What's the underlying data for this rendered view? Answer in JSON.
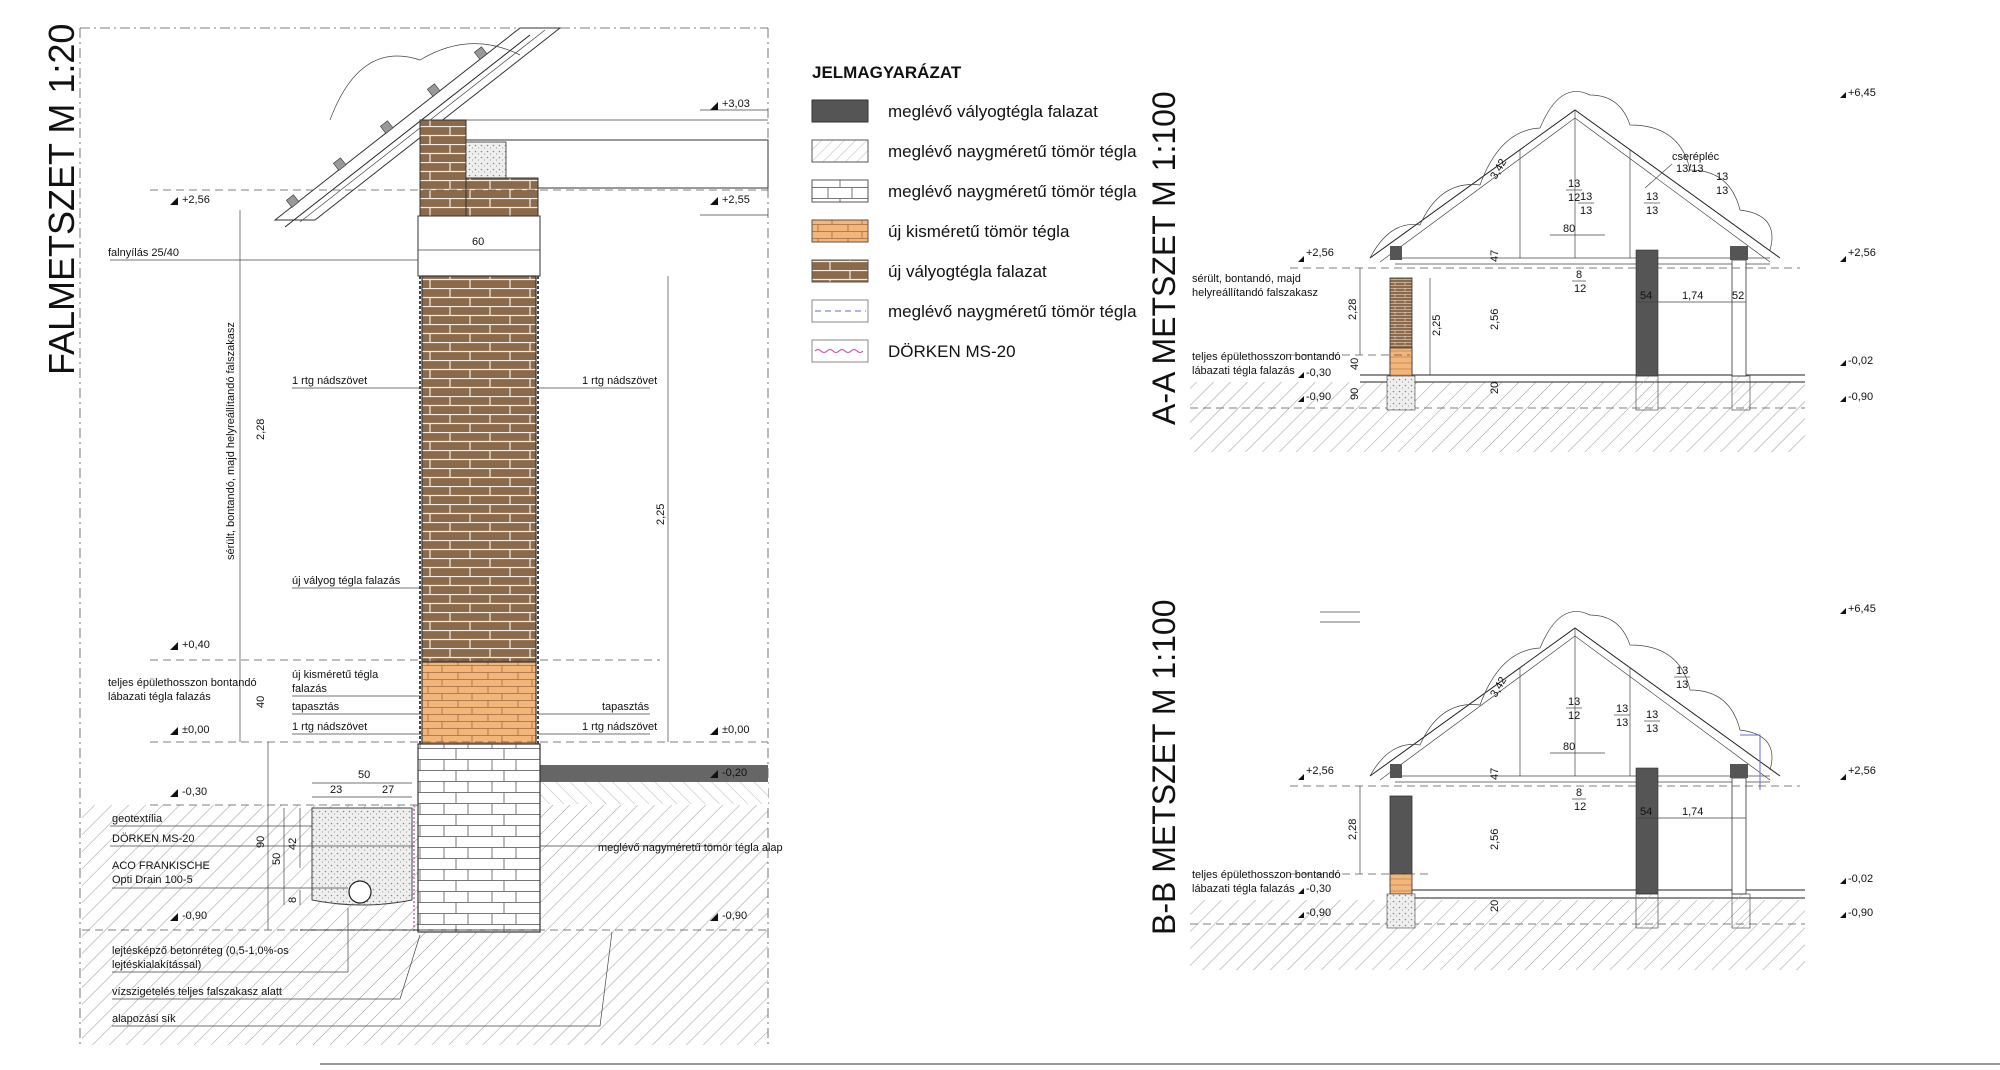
{
  "titles": {
    "falmetszet": "FALMETSZET   M 1:20",
    "aa": "A-A METSZET   M 1:100",
    "bb": "B-B METSZET   M 1:100"
  },
  "legend": {
    "title": "JELMAGYARÁZAT",
    "items": [
      {
        "label": "meglévő vályogtégla falazat",
        "swatch": "dark-gray"
      },
      {
        "label": "meglévő naygméretű tömör tégla",
        "swatch": "hatch-light"
      },
      {
        "label": "meglévő naygméretű tömör tégla",
        "swatch": "brick-gray"
      },
      {
        "label": "új kisméretű tömör tégla",
        "swatch": "brick-orange"
      },
      {
        "label": "új vályogtégla falazat",
        "swatch": "brick-brown"
      },
      {
        "label": "meglévő naygméretű tömör tégla",
        "swatch": "dashed-blue"
      },
      {
        "label": "DÖRKEN MS-20",
        "swatch": "wavy-pink"
      }
    ]
  },
  "colors": {
    "brick_brown": "#8a6a4a",
    "brick_orange": "#f2b57a",
    "dark_gray": "#555555",
    "earth_hatch": "#9a9a9a",
    "legend_dash": "#6a6ad8",
    "legend_wave": "#d040a0"
  },
  "falmetszet": {
    "levels": {
      "top": "+3,03",
      "eave_left": "+2,56",
      "eave_right": "+2,55",
      "plinth": "+0,40",
      "zero_left": "±0,00",
      "zero_right": "±0,00",
      "ground_left": "-0,30",
      "ground_right": "-0,20",
      "bottom_left": "-0,90",
      "bottom_right": "-0,90"
    },
    "dims": {
      "wall_width": "60",
      "wall_height": "2,28",
      "inner_height": "2,25",
      "plinth_height": "40",
      "found_depth": "90",
      "drain_50": "50",
      "drain_23": "23",
      "drain_27": "27",
      "drain_42": "42",
      "drain_50b": "50",
      "drain_8": "8"
    },
    "labels": {
      "falnyilas": "falnyílás 25/40",
      "serult": "sérült, bontandó, majd helyreállítandó falszakasz",
      "nadszovet_l1": "1 rtg nádszövet",
      "nadszovet_r1": "1 rtg nádszövet",
      "uj_valyog": "új vályog tégla falazás",
      "teljes_1": "teljes épülethosszon bontandó",
      "teljes_2": "lábazati tégla falazás",
      "uj_kismeretu_1": "új kisméretű tégla",
      "uj_kismeretu_2": "falazás",
      "tapasztas_l": "tapasztás",
      "tapasztas_r": "tapasztás",
      "nadszovet_l2": "1 rtg nádszövet",
      "nadszovet_r2": "1 rtg nádszövet",
      "geotextilia": "geotextília",
      "dorken": "DÖRKEN MS-20",
      "aco_1": "ACO FRANKISCHE",
      "aco_2": "Opti Drain 100-5",
      "alap": "meglévő nagyméretű tömör tégla alap",
      "lejtes_1": "lejtésképző betonréteg (0,5-1,0%-os",
      "lejtes_2": "lejtéskialakítással)",
      "vizszig": "vízszigetelés teljes falszakasz alatt",
      "alapozasi": "alapozási sík"
    }
  },
  "section_aa": {
    "levels": {
      "top": "+6,45",
      "eave_l": "+2,56",
      "eave_r": "+2,56",
      "floor_r": "-0,02",
      "ground_l": "-0,30",
      "bottom_l": "-0,90",
      "bottom_r": "-0,90"
    },
    "dims": {
      "roof": "3,42",
      "d228": "2,28",
      "d225": "2,25",
      "d256": "2,56",
      "d47": "47",
      "d40": "40",
      "d90": "90",
      "d20": "20",
      "d80": "80",
      "d54": "54",
      "d174": "1,74",
      "d52": "52",
      "f13_12_a": "13",
      "f13_12_b": "12",
      "f13_13a_a": "13",
      "f13_13a_b": "13",
      "f13_13b_a": "13",
      "f13_13b_b": "13",
      "f8_12_a": "8",
      "f8_12_b": "12"
    },
    "labels": {
      "cserepléc_1": "cserépléc",
      "cserepléc_2": "13/13",
      "serult_1": "sérült, bontandó, majd",
      "serult_2": "helyreállítandó falszakasz",
      "teljes_1": "teljes épülethosszon bontandó",
      "teljes_2": "lábazati tégla falazás"
    }
  },
  "section_bb": {
    "levels": {
      "top": "+6,45",
      "eave_l": "+2,56",
      "eave_r": "+2,56",
      "floor_r": "-0,02",
      "ground_l": "-0,30",
      "bottom_l": "-0,90",
      "bottom_r": "-0,90"
    },
    "dims": {
      "roof": "3,42",
      "d228": "2,28",
      "d256": "2,56",
      "d47": "47",
      "d20": "20",
      "d80": "80",
      "d54": "54",
      "d174": "1,74",
      "f13_12_a": "13",
      "f13_12_b": "12",
      "f13_13a_a": "13",
      "f13_13a_b": "13",
      "f13_13b_a": "13",
      "f13_13b_b": "13",
      "f13_13c_a": "13",
      "f13_13c_b": "13",
      "f8_12_a": "8",
      "f8_12_b": "12"
    },
    "labels": {
      "teljes_1": "teljes épülethosszon bontandó",
      "teljes_2": "lábazati tégla falazás"
    }
  }
}
